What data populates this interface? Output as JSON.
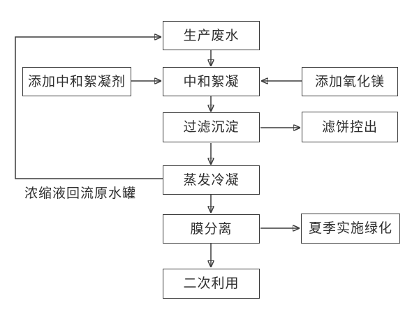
{
  "diagram": {
    "type": "flowchart",
    "language": "zh-CN",
    "topic": "production wastewater treatment process",
    "colors": {
      "background": "#ffffff",
      "box_border": "#3a3a3a",
      "box_fill": "#ffffff",
      "line": "#3a3a3a",
      "text": "#2e2e2e"
    },
    "nodes": {
      "production_wastewater": "生产废水",
      "add_neutralizing_flocculant": "添加中和絮凝剂",
      "neutralization_flocculation": "中和絮凝",
      "add_magnesium_oxide": "添加氧化镁",
      "filtration_sedimentation": "过滤沉淀",
      "filter_cake_removal": "滤饼控出",
      "evaporation_condensation": "蒸发冷凝",
      "membrane_separation": "膜分离",
      "summer_greening": "夏季实施绿化",
      "secondary_use": "二次利用"
    },
    "recycle_edge_label": "浓缩液回流原水罐",
    "edges": [
      {
        "from": "生产废水",
        "to": "中和絮凝"
      },
      {
        "from": "添加中和絮凝剂",
        "to": "中和絮凝"
      },
      {
        "from": "添加氧化镁",
        "to": "中和絮凝"
      },
      {
        "from": "中和絮凝",
        "to": "过滤沉淀"
      },
      {
        "from": "过滤沉淀",
        "to": "滤饼控出"
      },
      {
        "from": "过滤沉淀",
        "to": "蒸发冷凝"
      },
      {
        "from": "蒸发冷凝",
        "to": "生产废水",
        "label": "浓缩液回流原水罐"
      },
      {
        "from": "蒸发冷凝",
        "to": "膜分离"
      },
      {
        "from": "膜分离",
        "to": "夏季实施绿化"
      },
      {
        "from": "膜分离",
        "to": "二次利用"
      }
    ]
  }
}
